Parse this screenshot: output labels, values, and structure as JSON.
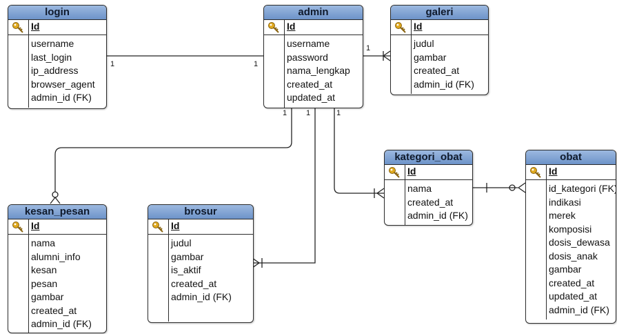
{
  "tables": {
    "login": {
      "name": "login",
      "pk": "Id",
      "fields": [
        "username",
        "last_login",
        "ip_address",
        "browser_agent",
        "admin_id (FK)"
      ]
    },
    "admin": {
      "name": "admin",
      "pk": "Id",
      "fields": [
        "username",
        "password",
        "nama_lengkap",
        "created_at",
        "updated_at"
      ]
    },
    "galeri": {
      "name": "galeri",
      "pk": "Id",
      "fields": [
        "judul",
        "gambar",
        "created_at",
        "admin_id (FK)"
      ]
    },
    "kategori_obat": {
      "name": "kategori_obat",
      "pk": "Id",
      "fields": [
        "nama",
        "created_at",
        "admin_id (FK)"
      ]
    },
    "obat": {
      "name": "obat",
      "pk": "Id",
      "fields": [
        "id_kategori (FK)",
        "indikasi",
        "merek",
        "komposisi",
        "dosis_dewasa",
        "dosis_anak",
        "gambar",
        "created_at",
        "updated_at",
        "admin_id (FK)"
      ]
    },
    "kesan_pesan": {
      "name": "kesan_pesan",
      "pk": "Id",
      "fields": [
        "nama",
        "alumni_info",
        "kesan",
        "pesan",
        "gambar",
        "created_at",
        "admin_id (FK)"
      ]
    },
    "brosur": {
      "name": "brosur",
      "pk": "Id",
      "fields": [
        "judul",
        "gambar",
        "is_aktif",
        "created_at",
        "admin_id (FK)"
      ]
    }
  },
  "cardinality": {
    "login_admin_a": "1",
    "login_admin_b": "1",
    "admin_galeri": "1",
    "admin_kesan": "1",
    "admin_brosur": "1",
    "admin_kategori": "1"
  },
  "colors": {
    "header_top": "#9cb9e0",
    "header_bottom": "#6d93c9",
    "border": "#2a2a2a",
    "key_gold": "#e0a91e"
  }
}
